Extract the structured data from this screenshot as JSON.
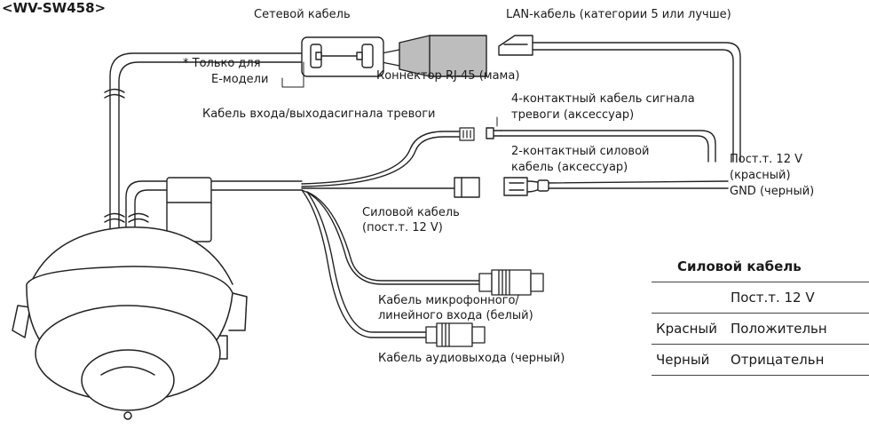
{
  "model_label": "<WV-SW458>",
  "labels": {
    "network_cable": "Сетевой кабель",
    "lan_cable": "LAN-кабель (категории 5 или лучше)",
    "e_model_line1": "* Только для",
    "e_model_line2": "E-модели",
    "rj45": "Коннектор RJ-45 (мама)",
    "alarm_io_cable": "Кабель входа/выходасигнала тревоги",
    "alarm_4pin_line1": "4-контактный кабель сигнала",
    "alarm_4pin_line2": "тревоги (аксессуар)",
    "power_2pin_line1": "2-контактный силовой",
    "power_2pin_line2": "кабель (аксессуар)",
    "dc12_red_line1": "Пост.т. 12 V",
    "dc12_red_line2": "(красный)",
    "gnd_black": "GND (черный)",
    "power_cable_line1": "Силовой кабель",
    "power_cable_line2": "(пост.т. 12 V)",
    "mic_line1": "Кабель микрофонного/",
    "mic_line2": "линейного входа (белый)",
    "audio_out": "Кабель аудиовыхода (черный)"
  },
  "table": {
    "title": "Силовой кабель",
    "rows": [
      [
        "",
        "Пост.т. 12 V"
      ],
      [
        "Красный",
        "Положительн"
      ],
      [
        "Черный",
        "Отрицательн"
      ]
    ]
  }
}
